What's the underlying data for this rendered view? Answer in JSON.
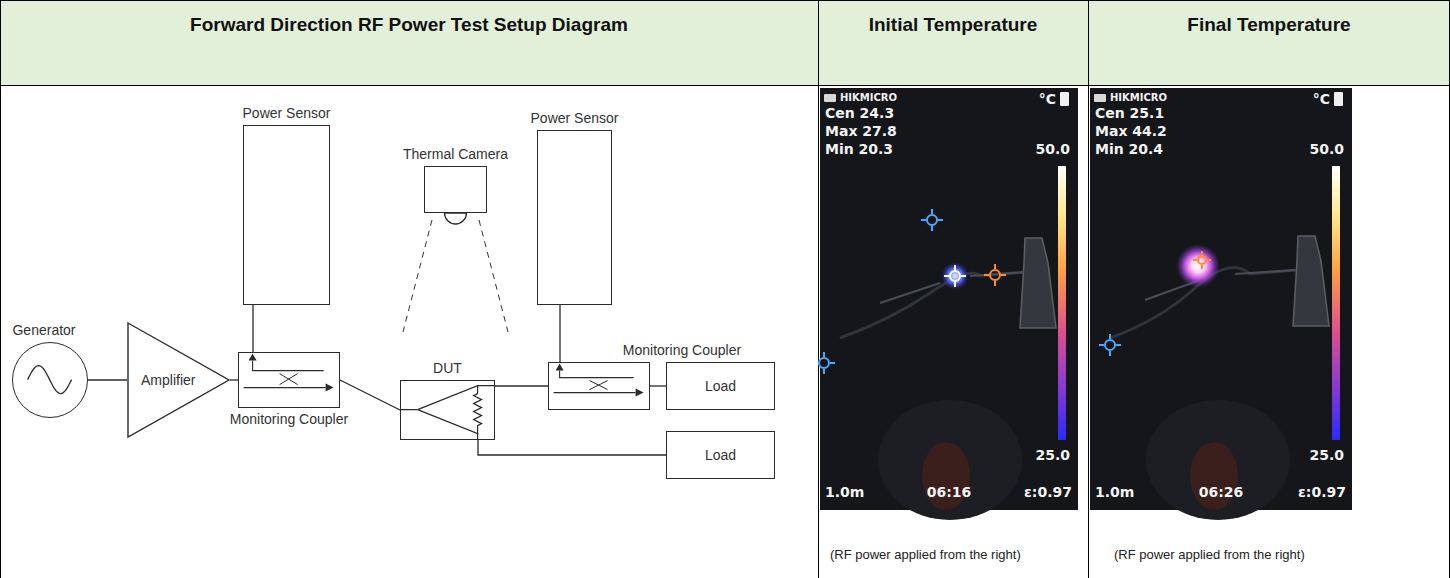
{
  "diagram": {
    "nodes": [
      {
        "text": [
          "Generator"
        ]
      },
      {
        "text": [
          "Amplifier"
        ]
      },
      {
        "text": [
          "Power Sensor"
        ]
      },
      {
        "text": [
          "Monitoring Coupler"
        ]
      },
      {
        "text": [
          "Thermal Camera"
        ]
      },
      {
        "text": [
          "DUT"
        ]
      },
      {
        "text": [
          "Power Sensor"
        ]
      },
      {
        "text": [
          "Monitoring Coupler"
        ]
      },
      {
        "text": [
          "Load"
        ]
      },
      {
        "text": [
          "Load"
        ]
      }
    ],
    "edges": [
      {
        "from": 0,
        "to": 1,
        "arrow": "none"
      },
      {
        "from": 1,
        "to": 3,
        "arrow": "none"
      },
      {
        "from": 3,
        "to": 2,
        "arrow": "none"
      },
      {
        "from": 3,
        "to": 5,
        "arrow": "none"
      },
      {
        "from": 5,
        "to": 7,
        "arrow": "none"
      },
      {
        "from": 7,
        "to": 6,
        "arrow": "none"
      },
      {
        "from": 7,
        "to": 8,
        "arrow": "none"
      },
      {
        "from": 5,
        "to": 9,
        "arrow": "none"
      }
    ],
    "labels": [
      "Forward Direction RF Power Test Setup Diagram",
      "Initial Temperature",
      "Final Temperature",
      "HIKMICRO",
      "Cen 24.3",
      "Max 27.8",
      "Min 20.3",
      "°C",
      "50.0",
      "25.0",
      "1.0m",
      "06:16",
      "ε:0.97",
      "(RF power applied from the right)",
      "HIKMICRO",
      "Cen 25.1",
      "Max 44.2",
      "Min 20.4",
      "°C",
      "50.0",
      "25.0",
      "1.0m",
      "06:26",
      "ε:0.97",
      "(RF power applied from the right)"
    ]
  }
}
